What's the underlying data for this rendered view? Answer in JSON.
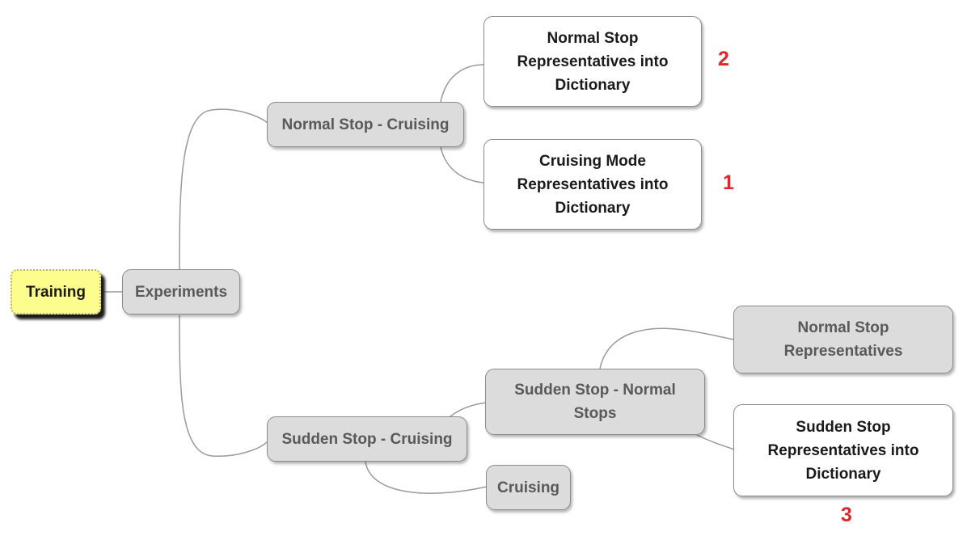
{
  "nodes": {
    "root": "Training",
    "experiments": "Experiments",
    "normal_stop_cruising": "Normal Stop - Cruising",
    "normal_stop_rep_dict": "Normal Stop Representatives into Dictionary",
    "cruising_mode_rep_dict": "Cruising Mode Representatives into Dictionary",
    "sudden_stop_cruising": "Sudden Stop - Cruising",
    "sudden_stop_normal_stops": "Sudden Stop - Normal Stops",
    "normal_stop_reps": "Normal Stop Representatives",
    "sudden_stop_rep_dict": "Sudden Stop Representatives into Dictionary",
    "cruising": "Cruising"
  },
  "markers": {
    "m1": "2",
    "m2": "1",
    "m3": "3"
  },
  "colors": {
    "root_fill": "#fdfd8e",
    "grey_node_fill": "#dcdcdc",
    "white_node_fill": "#ffffff",
    "connector": "#9a9a9a",
    "marker_text": "#e0262d"
  }
}
